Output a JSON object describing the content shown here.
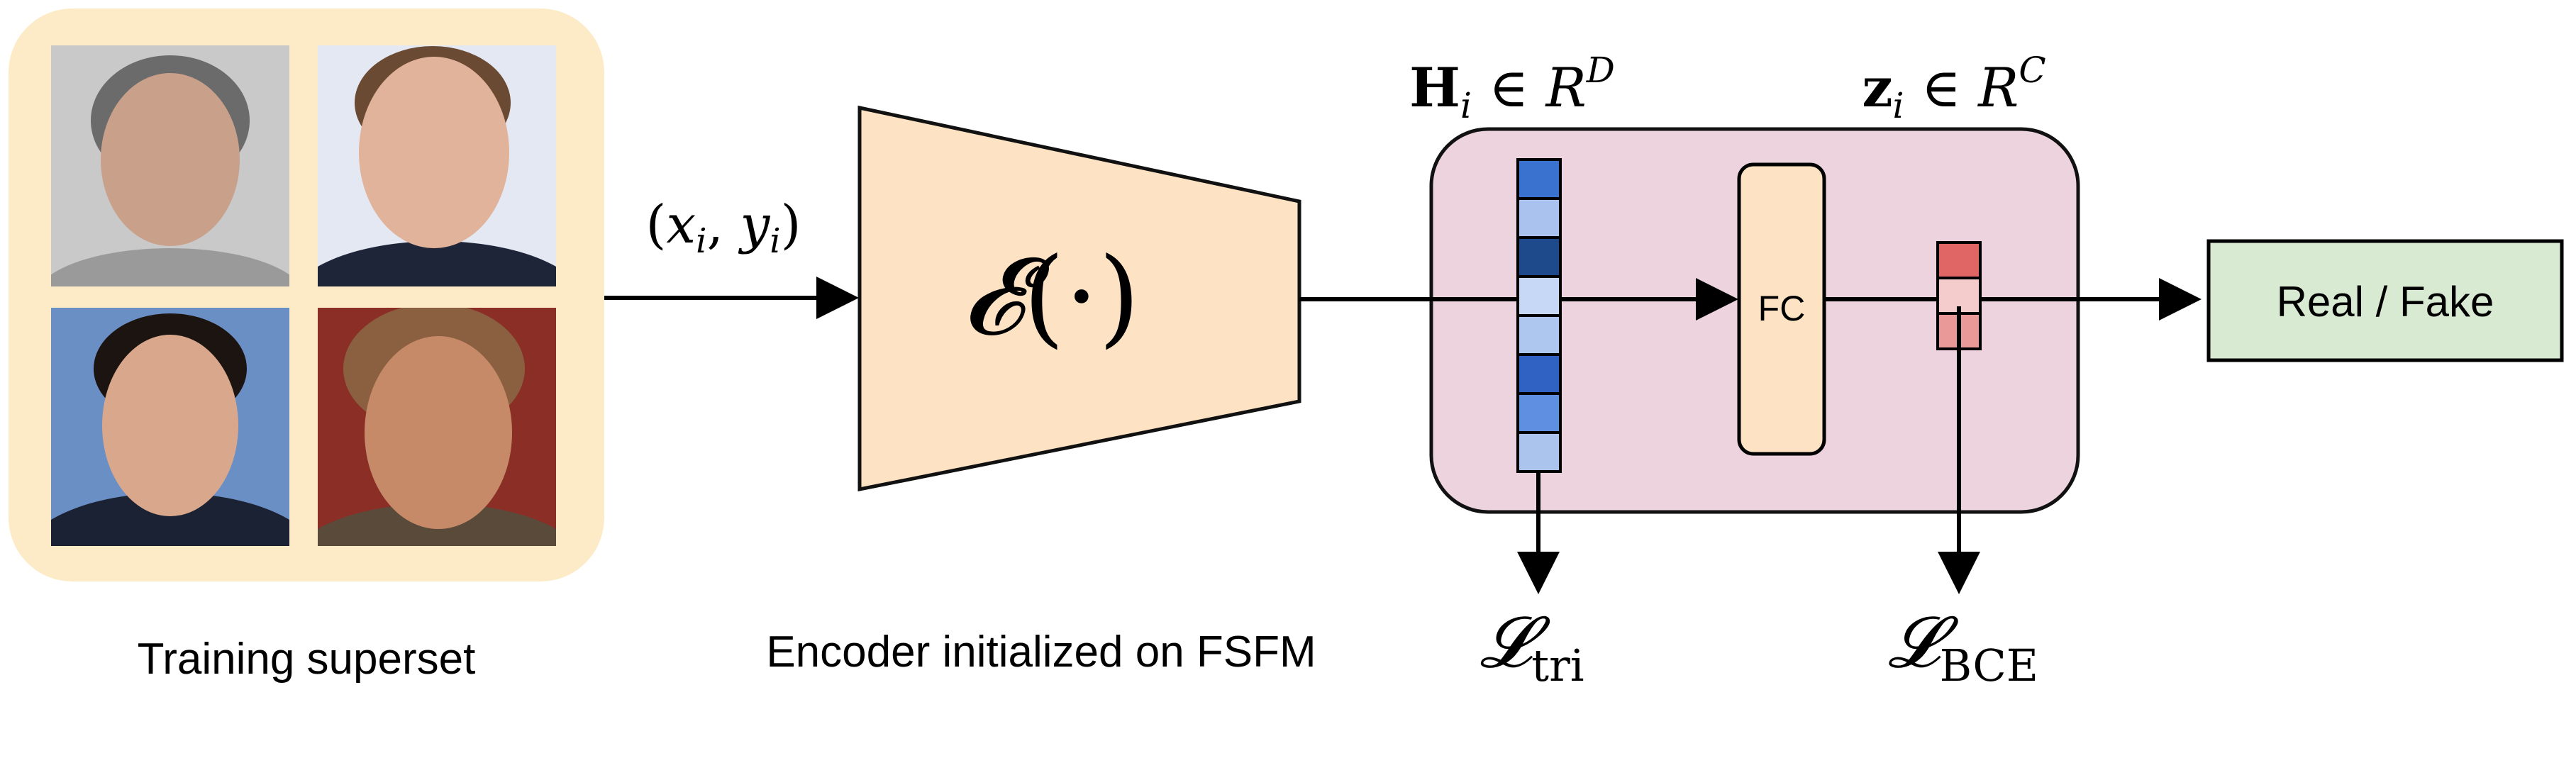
{
  "panel": {
    "caption": "Training superset",
    "bg_color": "#fdebc8",
    "faces": [
      {
        "name": "face-top-left",
        "bg": "#c9c9c9",
        "skin": "#c9a08a",
        "hair": "#6b6b6b",
        "shirt": "#9a9a9a"
      },
      {
        "name": "face-top-right",
        "bg": "#e4e8f2",
        "skin": "#e1b39a",
        "hair": "#6a4a32",
        "shirt": "#1f2538"
      },
      {
        "name": "face-bottom-left",
        "bg": "#6a8fc4",
        "skin": "#d9a78c",
        "hair": "#1c1410",
        "shirt": "#1b2233"
      },
      {
        "name": "face-bottom-right",
        "bg": "#8a2e26",
        "skin": "#c78a68",
        "hair": "#8a6040",
        "shirt": "#5a4a3a"
      }
    ]
  },
  "input_label": {
    "var": "x",
    "sub": "i",
    "var2": "y",
    "sub2": "i"
  },
  "encoder": {
    "symbol": "𝓔",
    "args": "(·)",
    "caption": "Encoder initialized on FSFM",
    "fill": "#fde3c4",
    "stroke": "#111111"
  },
  "head_box": {
    "fill": "#ecd3de",
    "stroke": "#111111"
  },
  "feature": {
    "symbol": "H",
    "sub": "i",
    "in": "∈",
    "space": "R",
    "dim": "D",
    "cells": [
      "#3a72d0",
      "#a9c3ee",
      "#1e4a8c",
      "#c6d8f5",
      "#aec7ef",
      "#2f62c2",
      "#5f8fe0",
      "#aac4ee"
    ]
  },
  "fc": {
    "label": "FC",
    "fill": "#fde3c4"
  },
  "logits": {
    "symbol": "z",
    "sub": "i",
    "in": "∈",
    "space": "R",
    "dim": "C",
    "cells": [
      "#e06666",
      "#f4cccc",
      "#ea9999"
    ]
  },
  "output": {
    "label": "Real / Fake",
    "fill": "#d9ead3"
  },
  "losses": [
    {
      "symbol": "𝓛",
      "sub": "tri"
    },
    {
      "symbol": "𝓛",
      "sub": "BCE"
    }
  ]
}
